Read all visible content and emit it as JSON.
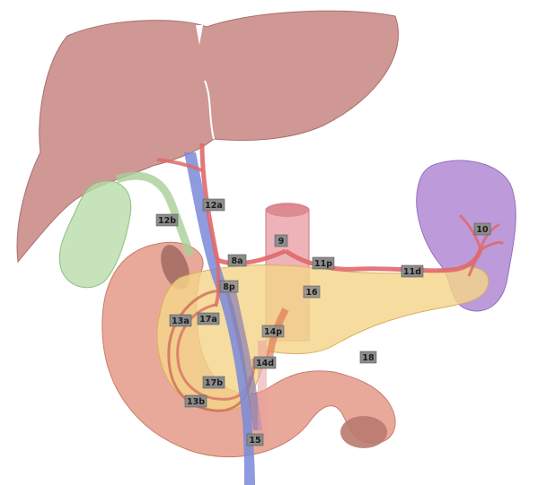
{
  "diagram": {
    "labels": [
      {
        "id": "label-12a",
        "text": "12a"
      },
      {
        "id": "label-12b",
        "text": "12b"
      },
      {
        "id": "label-9",
        "text": "9"
      },
      {
        "id": "label-8a",
        "text": "8a"
      },
      {
        "id": "label-11p",
        "text": "11p"
      },
      {
        "id": "label-11d",
        "text": "11d"
      },
      {
        "id": "label-10",
        "text": "10"
      },
      {
        "id": "label-8p",
        "text": "8p"
      },
      {
        "id": "label-16",
        "text": "16"
      },
      {
        "id": "label-13a",
        "text": "13a"
      },
      {
        "id": "label-17a",
        "text": "17a"
      },
      {
        "id": "label-14p",
        "text": "14p"
      },
      {
        "id": "label-14d",
        "text": "14d"
      },
      {
        "id": "label-18",
        "text": "18"
      },
      {
        "id": "label-17b",
        "text": "17b"
      },
      {
        "id": "label-13b",
        "text": "13b"
      },
      {
        "id": "label-15",
        "text": "15"
      }
    ],
    "colors": {
      "liver": "#c98a86",
      "gallbladder": "#b8dcaa",
      "spleen": "#b690d6",
      "pancreas": "#f4d48a",
      "duodenum": "#e49a88",
      "artery": "#e0686a",
      "portal_vein": "#7a8ad8",
      "aorta": "#e89aa0"
    }
  }
}
